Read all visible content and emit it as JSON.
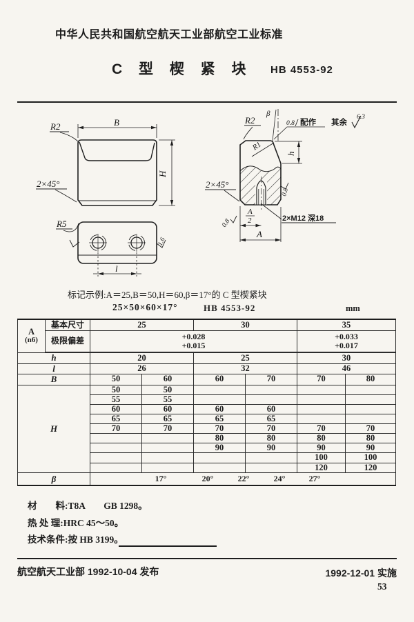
{
  "page": {
    "header": "中华人民共和国航空航天工业部航空工业标准",
    "title": "C 型 楔 紧 块",
    "standard_no": "HB 4553-92",
    "unit": "mm",
    "page_number": "53"
  },
  "marking": {
    "line1": "标记示例:A＝25,B＝50,H＝60,β＝17°的 C 型楔紧块",
    "size": "25×50×60×17°",
    "std": "HB 4553-92"
  },
  "labels": {
    "r2": "R2",
    "b": "B",
    "h_cap": "H",
    "chamfer": "2×45°",
    "r5": "R5",
    "l": "l",
    "rough16": "1.6",
    "beta": "β",
    "rough08": "0.8",
    "fit": "配作",
    "rest": "其余",
    "rest_val": "6.3",
    "r1": "R1",
    "h_small": "h",
    "thread": "2×M12 深18",
    "a": "A",
    "two": "2"
  },
  "table": {
    "a_label": "A",
    "a_sub": "(n6)",
    "basic_label": "基本尺寸",
    "basic": [
      "25",
      "30",
      "35"
    ],
    "dev_label": "极限偏差",
    "dev": [
      "+0.028",
      "+0.015",
      "+0.033",
      "+0.017"
    ],
    "h_label": "h",
    "h": [
      "20",
      "25",
      "30"
    ],
    "l_label": "l",
    "l": [
      "26",
      "32",
      "46"
    ],
    "b_label": "B",
    "b": [
      "50",
      "60",
      "60",
      "70",
      "70",
      "80"
    ],
    "H_label": "H",
    "H_rows": [
      [
        "50",
        "50",
        "",
        "",
        "",
        ""
      ],
      [
        "55",
        "55",
        "",
        "",
        "",
        ""
      ],
      [
        "60",
        "60",
        "60",
        "60",
        "",
        ""
      ],
      [
        "65",
        "65",
        "65",
        "65",
        "",
        ""
      ],
      [
        "70",
        "70",
        "70",
        "70",
        "70",
        "70"
      ],
      [
        "",
        "",
        "80",
        "80",
        "80",
        "80"
      ],
      [
        "",
        "",
        "90",
        "90",
        "90",
        "90"
      ],
      [
        "",
        "",
        "",
        "",
        "100",
        "100"
      ],
      [
        "",
        "",
        "",
        "",
        "120",
        "120"
      ]
    ],
    "beta_label": "β",
    "beta": [
      "17°",
      "20°",
      "22°",
      "24°",
      "27°"
    ]
  },
  "notes": [
    "材　　料:T8A　　GB 1298。",
    "热 处 理:HRC 45～50。",
    "技术条件:按 HB 3199。"
  ],
  "footer": {
    "issued": "航空航天工业部 1992-10-04 发布",
    "implemented": "1992-12-01 实施"
  }
}
